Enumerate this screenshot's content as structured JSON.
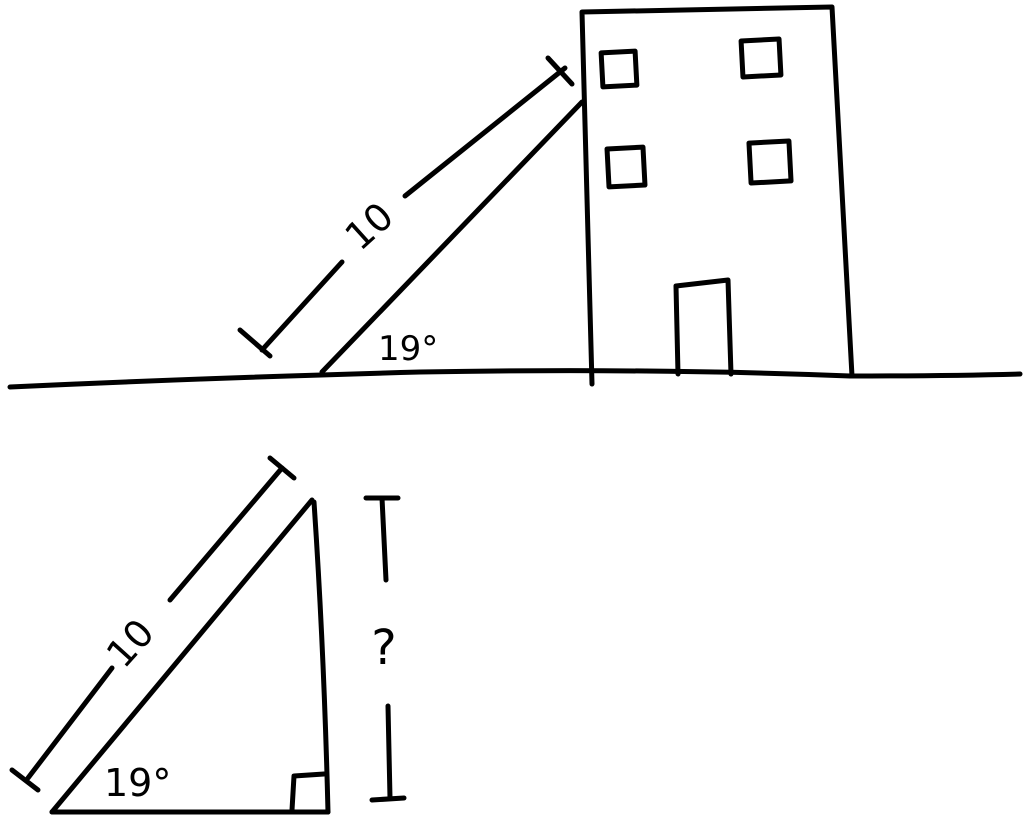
{
  "top_scene": {
    "ladder_length_label": "10",
    "angle_label": "19°"
  },
  "triangle": {
    "hypotenuse_label": "10",
    "angle_label": "19°",
    "unknown_height_label": "?"
  }
}
